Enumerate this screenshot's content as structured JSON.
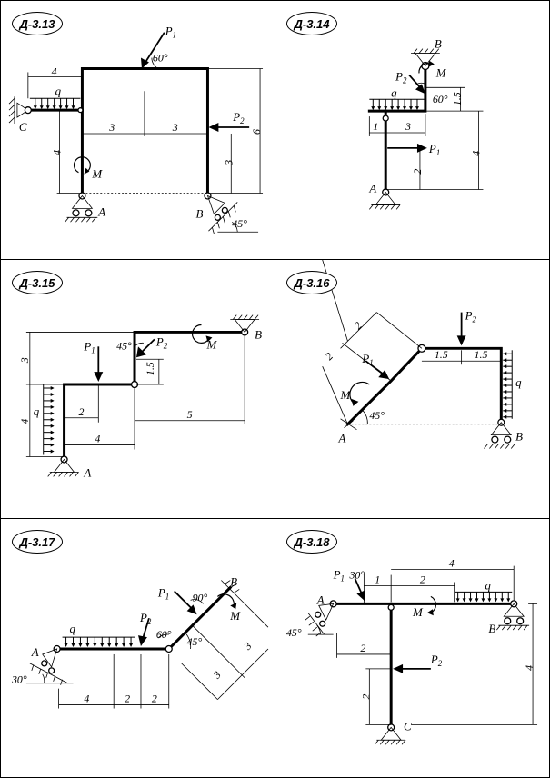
{
  "problems": [
    {
      "code": "Д-3.13",
      "labels": {
        "P1": "P",
        "P1_sub": "1",
        "P2": "P",
        "P2_sub": "2",
        "q": "q",
        "M": "M",
        "A": "A",
        "B": "B",
        "C": "C",
        "angle1": "60°",
        "angle2": "45°"
      },
      "dims": [
        "4",
        "3",
        "3",
        "6",
        "3",
        "4"
      ]
    },
    {
      "code": "Д-3.14",
      "labels": {
        "P1": "P",
        "P1_sub": "1",
        "P2": "P",
        "P2_sub": "2",
        "q": "q",
        "M": "M",
        "A": "A",
        "B": "B",
        "angle1": "60°"
      },
      "dims": [
        "1",
        "3",
        "1.5",
        "4",
        "2"
      ]
    },
    {
      "code": "Д-3.15",
      "labels": {
        "P1": "P",
        "P1_sub": "1",
        "P2": "P",
        "P2_sub": "2",
        "q": "q",
        "M": "M",
        "A": "A",
        "B": "B",
        "angle1": "45°"
      },
      "dims": [
        "3",
        "1.5",
        "4",
        "2",
        "4",
        "5"
      ]
    },
    {
      "code": "Д-3.16",
      "labels": {
        "P1": "P",
        "P1_sub": "1",
        "P2": "P",
        "P2_sub": "2",
        "q": "q",
        "M": "M",
        "A": "A",
        "B": "B",
        "angle1": "45°"
      },
      "dims": [
        "2",
        "2",
        "1.5",
        "1.5"
      ]
    },
    {
      "code": "Д-3.17",
      "labels": {
        "P1": "P",
        "P1_sub": "1",
        "P2": "P",
        "P2_sub": "2",
        "q": "q",
        "M": "M",
        "A": "A",
        "B": "B",
        "angle1": "90°",
        "angle2": "60°",
        "angle3": "45°",
        "angle4": "30°"
      },
      "dims": [
        "3",
        "3",
        "4",
        "2",
        "2"
      ]
    },
    {
      "code": "Д-3.18",
      "labels": {
        "P1": "P",
        "P1_sub": "1",
        "P2": "P",
        "P2_sub": "2",
        "q": "q",
        "M": "M",
        "A": "A",
        "B": "B",
        "C": "C",
        "angle1": "30°",
        "angle2": "45°"
      },
      "dims": [
        "1",
        "2",
        "4",
        "2",
        "2",
        "4"
      ]
    }
  ]
}
